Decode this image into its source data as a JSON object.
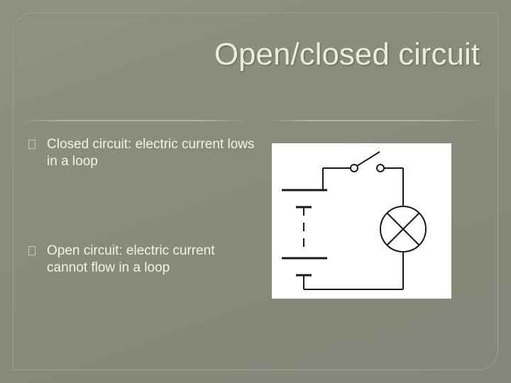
{
  "slide": {
    "title": "Open/closed circuit",
    "bullets": [
      {
        "text": "Closed circuit: electric current lows in a loop"
      },
      {
        "text": "Open circuit: electric current cannot flow in a loop"
      }
    ]
  },
  "diagram": {
    "components": [
      "battery-cells",
      "open-switch",
      "lamp"
    ],
    "background_color": "#ffffff",
    "wire_color": "#1a1a1a"
  }
}
